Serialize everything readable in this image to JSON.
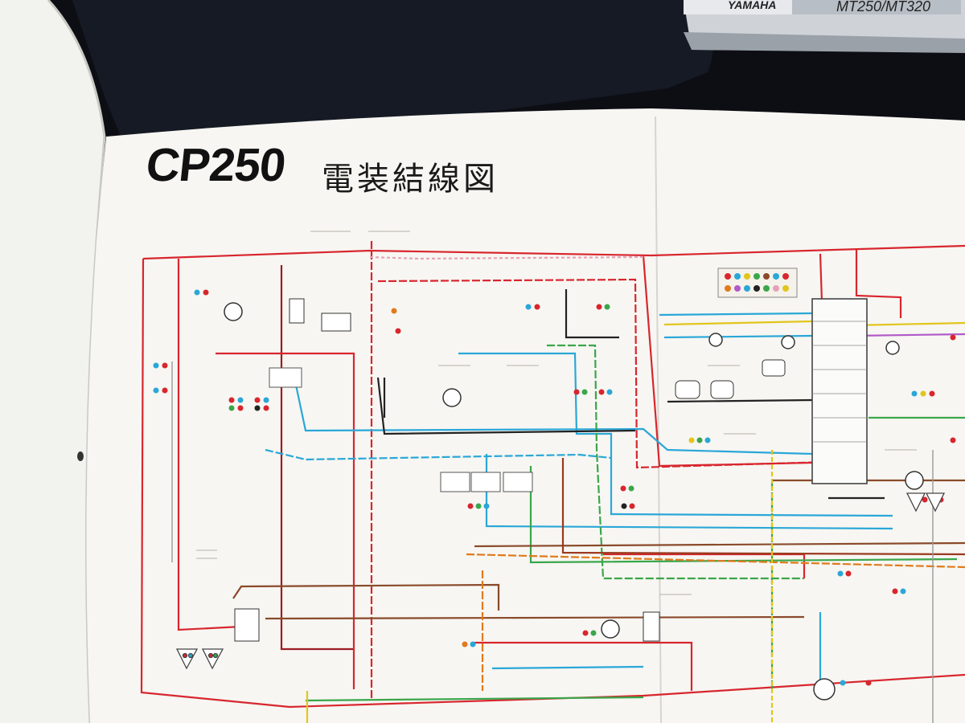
{
  "page": {
    "model": "CP250",
    "heading": "電装結線図"
  },
  "background_booklet": {
    "brand": "YAMAHA",
    "model_text": "MT250/MT320"
  },
  "diagram": {
    "wire_colors": {
      "red": "#d8262e",
      "dark_red": "#9b1c24",
      "brown": "#8a4a2a",
      "blue": "#2aa7d8",
      "green": "#3aa64a",
      "yellow": "#e2c51c",
      "orange": "#e07a1c",
      "black": "#222222",
      "pink": "#e5a2b6"
    }
  }
}
